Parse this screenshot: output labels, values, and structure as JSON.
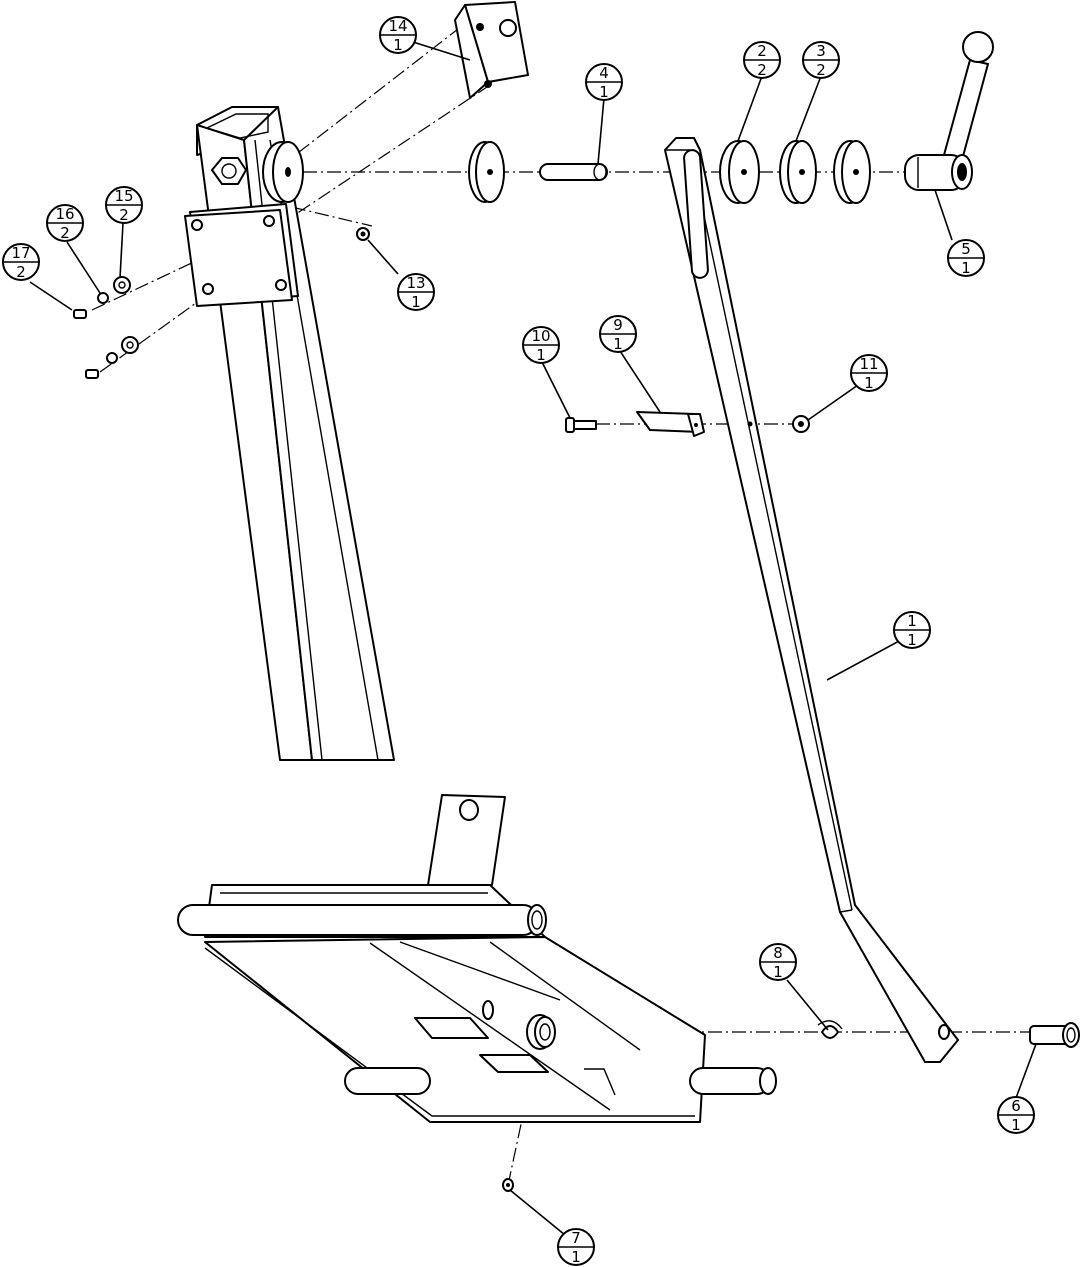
{
  "balloons": [
    {
      "id": "b1",
      "item": "1",
      "qty": "1"
    },
    {
      "id": "b2",
      "item": "2",
      "qty": "2"
    },
    {
      "id": "b3",
      "item": "3",
      "qty": "2"
    },
    {
      "id": "b4",
      "item": "4",
      "qty": "1"
    },
    {
      "id": "b5",
      "item": "5",
      "qty": "1"
    },
    {
      "id": "b6",
      "item": "6",
      "qty": "1"
    },
    {
      "id": "b7",
      "item": "7",
      "qty": "1"
    },
    {
      "id": "b8",
      "item": "8",
      "qty": "1"
    },
    {
      "id": "b9",
      "item": "9",
      "qty": "1"
    },
    {
      "id": "b10",
      "item": "10",
      "qty": "1"
    },
    {
      "id": "b11",
      "item": "11",
      "qty": "1"
    },
    {
      "id": "b13",
      "item": "13",
      "qty": "1"
    },
    {
      "id": "b14",
      "item": "14",
      "qty": "1"
    },
    {
      "id": "b15",
      "item": "15",
      "qty": "2"
    },
    {
      "id": "b16",
      "item": "16",
      "qty": "2"
    },
    {
      "id": "b17",
      "item": "17",
      "qty": "2"
    }
  ]
}
